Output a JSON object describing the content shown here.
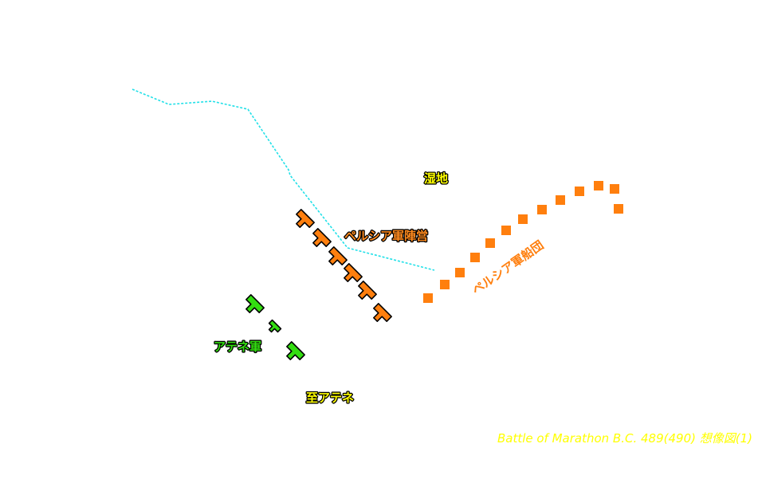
{
  "labels": {
    "marsh": "湿地",
    "persian_camp": "ペルシア軍陣営",
    "persian_fleet": "ペルシア軍船団",
    "athenian_army": "アテネ軍",
    "to_athens": "至アテネ"
  },
  "caption": "Battle of Marathon  B.C. 489(490)  想像図(1)",
  "colors": {
    "persian": "#ff7f0e",
    "athenian": "#33dd11",
    "river": "#22e0e8",
    "label_yellow": "#ffff00",
    "caption": "#ffff00"
  },
  "icons": {
    "persian_unit": "orange-army-unit-icon",
    "athenian_unit": "green-army-unit-icon",
    "ship": "ship-square-icon",
    "river": "dotted-river-line"
  }
}
